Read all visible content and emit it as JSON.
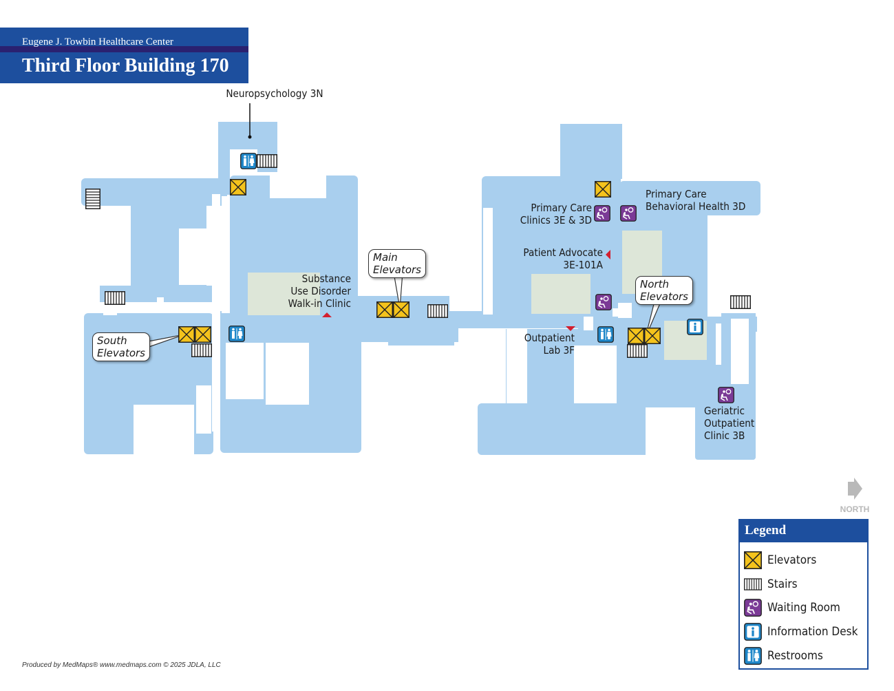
{
  "header": {
    "organization": "Eugene J. Towbin Healthcare Center",
    "floor_title": "Third Floor Building 170"
  },
  "locations": {
    "neuropsychology": "Neuropsychology 3N",
    "substance_use": "Substance\nUse Disorder\nWalk-in Clinic",
    "primary_care_clinics": "Primary Care\nClinics 3E & 3D",
    "primary_care_bh": "Primary Care\nBehavioral Health 3D",
    "patient_advocate": "Patient Advocate\n3E-101A",
    "outpatient_lab": "Outpatient\nLab 3F",
    "geriatric": "Geriatric\nOutpatient\nClinic 3B"
  },
  "callouts": {
    "main_elevators": "Main\nElevators",
    "north_elevators": "North\nElevators",
    "south_elevators": "South\nElevators"
  },
  "legend": {
    "title": "Legend",
    "items": [
      {
        "icon": "elevator-icon",
        "label": "Elevators"
      },
      {
        "icon": "stairs-icon",
        "label": "Stairs"
      },
      {
        "icon": "waiting-room-icon",
        "label": "Waiting Room"
      },
      {
        "icon": "information-desk-icon",
        "label": "Information Desk"
      },
      {
        "icon": "restroom-icon",
        "label": "Restrooms"
      }
    ]
  },
  "north": {
    "label": "NORTH"
  },
  "credit": "Produced by MedMaps®  www.medmaps.com   © 2025 JDLA, LLC",
  "colors": {
    "floor": "#a9cfee",
    "courtyard": "#dde6d8",
    "brand_blue": "#1d4f9e",
    "banner_strip": "#2a2170",
    "elevator": "#f4c31c",
    "waiting": "#7b3a96",
    "info": "#1f87c9",
    "marker": "#d31f2f"
  }
}
